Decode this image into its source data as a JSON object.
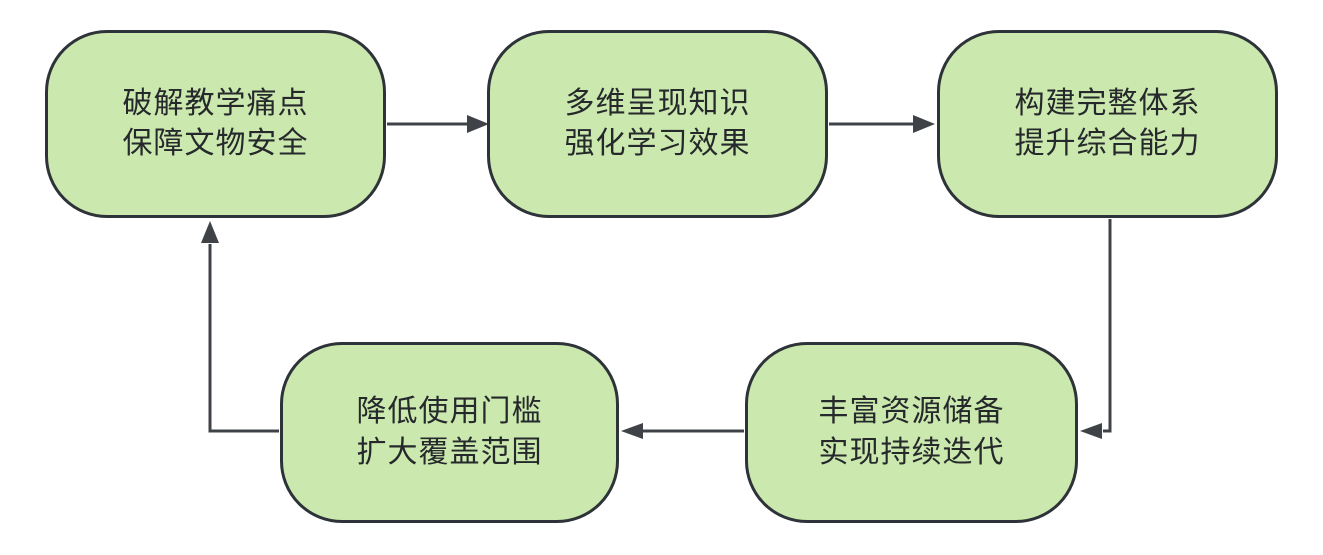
{
  "diagram": {
    "type": "cycle-flowchart",
    "background": "#ffffff",
    "colors": {
      "node_fill": "#cbe8ae",
      "node_border": "#2d3339",
      "arrow": "#3f4347",
      "text": "#26292c",
      "background": "#ffffff"
    },
    "nodes": [
      {
        "id": "n1",
        "line1": "破解教学痛点",
        "line2": "保障文物安全"
      },
      {
        "id": "n2",
        "line1": "多维呈现知识",
        "line2": "强化学习效果"
      },
      {
        "id": "n3",
        "line1": "构建完整体系",
        "line2": "提升综合能力"
      },
      {
        "id": "n4",
        "line1": "丰富资源储备",
        "line2": "实现持续迭代"
      },
      {
        "id": "n5",
        "line1": "降低使用门槛",
        "line2": "扩大覆盖范围"
      }
    ],
    "edges": [
      {
        "from": "n1",
        "to": "n2",
        "style": "straight-right"
      },
      {
        "from": "n2",
        "to": "n3",
        "style": "straight-right"
      },
      {
        "from": "n3",
        "to": "n4",
        "style": "elbow-down-left"
      },
      {
        "from": "n4",
        "to": "n5",
        "style": "straight-left"
      },
      {
        "from": "n5",
        "to": "n1",
        "style": "elbow-left-up"
      }
    ]
  }
}
